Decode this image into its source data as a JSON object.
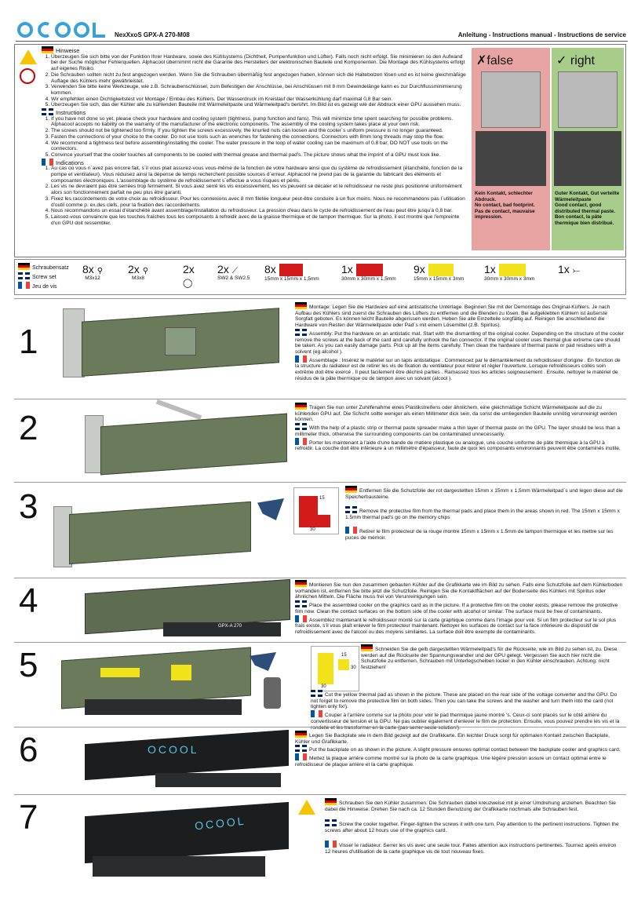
{
  "header": {
    "logo_text": "OCOOL",
    "model": "NexXxoS GPX-A 270-M08",
    "manual": "Anleitung - Instructions manual - Instructions de service"
  },
  "intro": {
    "de_title": "Hinweise",
    "de_items": [
      "Überzeugen Sie sich bitte von der Funktion Ihrer Hardware, sowie des Kühlsystems (Dichtheit, Pumpenfunktion und Lüfter). Falls noch nicht erfolgt. Sie minimieren so den Aufwand bei der Suche möglicher Fehlerquellen. Alphacool übernimmt nicht die Garantie des Herstellers der elektronischen Bauteile und Komponenten. Die Montage des Kühlsystems erfolgt auf eigenes Risiko.",
      "Die Schrauben sollten nicht zu fest angezogen werden. Wenn Sie die Schrauben übermäßig fest angezogen haben, können sich die Haltebolzen lösen und es ist keine gleichmäßige Auflage des Kühlers mehr gewährleistet.",
      "Verwenden Sie bitte keine Werkzeuge, wie z.B. Schraubenschlüssel, zum Befestigen der Anschlüsse, bei Anschlüssen mit 8 mm Gewindelänge kann es zur Durchflussminimierung kommen.",
      "Wir empfehlen einen Dichtigkeitstest vor Montage / Einbau des Kühlers. Der Wasserdruck im Kreislauf der Wasserkühlung darf maximal 0,8 Bar sein.",
      "Überzeugen Sie sich, das der Kühler alle zu kühlenden Bauteile mit Wärmeleitpaste und Wärmeleitpad's berührt. Im Bild ist es gezeigt wie der Abdruck einer GPU aussehen muss."
    ],
    "en_title": "Instructions",
    "en_items": [
      "If you have not done so yet, please check your hardware and cooling system (tightness, pump function and fans). This will minimize time spent searching for possible problems. Alphacool accepts no liability on the warranty of the manufacturer of the electronic components. The assembly of the cooling system takes place at your own risk.",
      "The screws should not be tightened too firmly. If you tighten the screws excessively, the knurled nuts can loosen and the cooler´s uniform pressure is no longer guaranteed.",
      "Fasten the connections of your choice to the cooler. Do not use tools such as wrenches for fastening the connections. Connectors with 8mm long threads may stop the flow.",
      "We recommend a tightness test before assembling/installing the cooler. The water pressure in the loop of water cooling can be maximum of 0.8 bar, DO NOT use tools on the connectors.",
      "Convince yourself that the cooler touches all components to be cooled with thermal grease and thermal pad's. The picture shows what the imprint of a GPU must look like."
    ],
    "fr_title": "Indications",
    "fr_items": [
      "Au cas où vous n´avez pas encore fait, s´il vous plait assurez-vous vous-même de la fonction de votre hardware ainsi que du système de refroidissement (étanchéité, fonction de la pompe et ventilateur). Vous réduisez ainsi la dépense de temps recherchent possible sources d´erreur. Alphacool ne prend pas de la garantie du fabricant des éléments et composantes électroniques. L'assemblage du système de refroidissement s´effectue a vous risques et périls.",
      "Les vis ne devraient pas être serrées trop fermement. Si vous avez serré les vis excessivement, les vis peuvent se décaler et le refroidisseur ne reste plus positionné uniformément alors son fonctionnement parfait ne peu plus être garanti.",
      "Fixez les raccordements de votre choix au refroidisseur. Pour les connexions avec 8 mm filetée longueur peut-être conduire à un flux moins. Nous ne recommandons pas l´utilisation d'outil comme p. ex.des clefs, pour la fixation des raccordements.",
      "Nous recommandons un essai d'étanchéité avant assemblage/installation du refroidisseur. La pression d'eau dans le cycle de refroidissement de l'eau peut être jusqu'à 0,8 bar.",
      "Laissez-vous convaincre que les touches fraîches tous les composants à refroidir avec de la graisse thermique et de tampon thermique. Sur la photo, il est montré que l'empreinte d'un GPU doit ressembler."
    ]
  },
  "compare": {
    "false_label": "false",
    "right_label": "right",
    "false_de": "Kein Kontakt, schlechter Abdruck.",
    "false_en": "No contact, bad footprint.",
    "false_fr": "Pas de contact, mauvaise impression.",
    "right_de": "Guter Kontakt, Gut verteilte Wärmeleitpaste",
    "right_en": "Good contact, good distributed thermal paste.",
    "right_fr": "Bon contact, la pâte thermique bien distribué."
  },
  "parts": {
    "de": "Schraubensatz",
    "en": "Screw set",
    "fr": "Jeu de vis",
    "items": [
      {
        "qty": "8x",
        "label": "M3x12"
      },
      {
        "qty": "2x",
        "label": "M3x8"
      },
      {
        "qty": "2x",
        "label": ""
      },
      {
        "qty": "2x",
        "label": "SW2 & SW2,5"
      },
      {
        "qty": "8x",
        "label": "15mm x 15mm x 1,5mm"
      },
      {
        "qty": "1x",
        "label": "30mm x 30mm x 1,5mm"
      },
      {
        "qty": "9x",
        "label": "15mm x 15mm x 3mm"
      },
      {
        "qty": "1x",
        "label": "30mm x 30mm x 3mm"
      },
      {
        "qty": "1x",
        "label": ""
      }
    ]
  },
  "steps": [
    {
      "num": "1",
      "de": "Montage: Legen Sie die Hardware auf eine antistatische Unterlage. Beginnen Sie mit der Demontage des Original-Kühlers. Je nach Aufbau des Kühlers sind zuerst die Schrauben des Lüfters zu entfernen und die Blenden zu lösen. Bei aufgeklebten Kühlern ist äußerste Sorgfalt geboten. Es können leicht Bauteile abgerissen werden. Heben Sie alle Einzelteile sorgfältig auf. Reinigen Sie anschließend die Hardware von Resten der Wärmeleitpaste oder Pad´s mit einem Lösemittel (z.B. Spiritus).",
      "en": "Assembly: Put the hardware on an antistatic mat. Start with the dismantling of the original cooler. Depending on the structure of the cooler remove the screws at the back of the card and carefully unhook the fan connector. If the original cooler uses thermal glue extreme care should be taken. As you can easily damage parts. Pick up all the items carefully. Then clean the hardware of thermal paste or pad residues with a solvent (eg alcohol ).",
      "fr": "Assemblage : Insérez le matériel sur un tapis antistatique . Commencez par le démantèlement du refroidisseur d'origine . En fonction de la structure du radiateur est de retirer les vis de fixation du ventilateur pour retirer et régler l'ouverture. Lorsque refroidisseurs collés soin extrême doit être exercé . Il peut facilement être déchiré parties . Ramassez tous les articles soigneusement . Ensuite, nettoyer le matériel de résidus de la pâte thermique ou de tampon avec un solvant (alcool )."
    },
    {
      "num": "2",
      "de": "Tragen Sie nun unter Zuhilfenahme eines Plastikstreifens oder ähnlichem, eine gleichmäßige Schicht Wärmeleitpaste auf die zu kühlenden GPU auf. Die Schicht sollte weniger als einen Millimeter dick sein, da sonst die umliegenden Bauteile unnötig verunreinigt werden können.",
      "en": "With the help of a plastic strip or thermal paste spreader make a thin layer of thermal paste on the GPU. The layer should be less than a millimeter thick, otherwise the surrounding components can be contaminated unnecessarily.",
      "fr": "Porter les maintenant à l'aide d'une bande de matière plastique ou analogue, une couche uniforme de pâte thermique à la GPU à refroidir. La couche doit être inférieure à un millimètre d'épaisseur, faute de quoi les composants environnants peuvent être contaminés inutile."
    },
    {
      "num": "3",
      "de": "Entfernen Sie die Schutzfolie der rot dargestellten 15mm x 15mm x 1,5mm Wärmeleitpad´s und legen diese auf die Speicherbausteine.",
      "en": "Remove the protective film from the thermal pads and place them in the areas shown in red. The 15mm x 15mm x 1.5mm thermal pad's go on the memory chips",
      "fr": "Retirer le film protecteur de la rouge montre 15mm x 15mm x 1.5mm de tampon thermique et les mettre sur les puces de mémoir."
    },
    {
      "num": "4",
      "de": "Montieren Sie nun den zusammen gebauten Kühler auf die Grafikkarte wie im Bild zu sehen. Falls eine Schutzfolie auf dem Kühlerboden vorhanden ist, entfernen Sie bitte jetzt die Schutzfolie. Reinigen Sie die Kontaktflächen auf der Bodenseite des Kühlers mit Spiritus oder ähnlichen Mitteln. Die Fläche muss frei von Verunreinigungen sein.",
      "en": "Place the assembled cooler on the graphics card as in the picture. If a protective film on the cooler exists, please remove the protective film now. Clean the contact surfaces on the bottom side of the cooler with alcohol or similar. The surface must be free of contaminants.",
      "fr": "Assemblez maintenant le refroidisseur monté sur la carte graphique comme dans l'image pour voir. Si un film protecteur sur le sol plus frais existe, s'il vous plaît enlever le film protecteur maintenant. Nettoyer les surfaces de contact sur la face inférieure du dispositif de refroidissement avec de l'alcool ou des moyens similaires. La surface doit être exempte de contaminants."
    },
    {
      "num": "5",
      "de": "Schneiden Sie die gelb dargestellten Wärmeleitpad's für die Rückseite, wie im Bild zu sehen ist, zu. Diese werden auf die Rückseite der Spannungswandler und der GPU gelegt. Vergessen Sie auch hier nicht die Schutzfolie zu entfernen. Schrauben mit Unterlegscheiben locker in den Kühler einschrauben. Achtung: nicht festziehen!",
      "en": "Cut the yellow thermal pad as shown in the picture. These are placed on the rear side of the voltage converter and the GPU. Do not forget to remove the protective film on both sides. Then you can take the screws and the washer and turn them into the card (not tighten only fix!).",
      "fr": "Couper à l'arrière comme sur la photo pour voir le pad thermique jaune montré 's. Ceux-ci sont placés sur le côté arrière du convertisseur de tension et la GPU. Ne pas oublier également d'enlever le film de protection. Ensuite, vous pouvez prendre les vis et la rondelle et les transformer en la carte (pas serrer seule solution!)."
    },
    {
      "num": "6",
      "de": "Legen Sie Backplate wie in dem Bild gezeigt auf die Grafikkarte. Ein leichter Druck sorgt für optimalen Kontakt zwischen Backplate, Kühler und Grafikkarte.",
      "en": "Put the backplate on as shown in the picture. A slight pressure ensures optimal contact between the backplate cooler and graphics card.",
      "fr": "Mettez la plaque arrière comme montré sur la photo de la carte graphique. Une légère pression assure un contact optimal entre le refroidisseur de plaque arrière et la carte graphique."
    },
    {
      "num": "7",
      "de": "Schrauben Sie den Kühler zusammen. Die Schrauben dabei kreuzweise mit je einer Umdrehung anziehen. Beachten Sie dabei die Hinweise. Drehen Sie nach ca. 12 Stunden Benutzung der Grafikkarte nochmals alle Schrauben fest.",
      "en": "Screw the cooler together. Finger-tighten the screws it with one turn. Pay attention to the pertinent instructions. Tighten the screws after about 12 hours use of the graphics card.",
      "fr": "Visser le radiateur. Serrer les vis avec une seule tour. Faites attention aux instructions pertinentes. Tournez après environ 12 heures d'utilisation de la carte graphique vis de tout nouveau fixes."
    }
  ],
  "step3_dims": {
    "a": "15",
    "b": "30"
  },
  "step5_dims": {
    "a": "30",
    "b": "30",
    "c": "15"
  },
  "card_brand": "GPX-A 270"
}
